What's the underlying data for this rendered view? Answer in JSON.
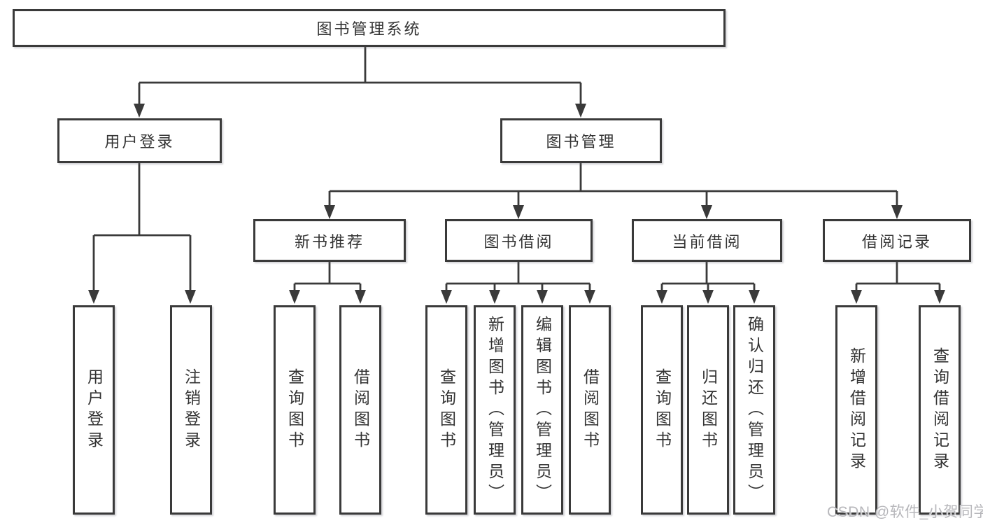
{
  "page": {
    "background": "#ffffff"
  },
  "diagram": {
    "type": "hierarchy-tree",
    "title": "图书管理系统",
    "line_color": "#3a3a3a",
    "text_color": "#333333",
    "watermark": "CSDN @软件_小贺同学",
    "watermark_color": "#b7b7bb"
  },
  "nodes": {
    "root": "图书管理系统",
    "level2": {
      "user_login": "用户登录",
      "book_management": "图书管理"
    },
    "level3": {
      "new_book_recommend": "新书推荐",
      "book_borrowing": "图书借阅",
      "current_borrowing": "当前借阅",
      "borrowing_records": "借阅记录"
    },
    "leaves": {
      "under_user_login": [
        "用户登录",
        "注销登录"
      ],
      "under_new_book_recommend": [
        "查询图书",
        "借阅图书"
      ],
      "under_book_borrowing": [
        "查询图书",
        "新增图书（管理员）",
        "编辑图书（管理员）",
        "借阅图书"
      ],
      "under_current_borrowing": [
        "查询图书",
        "归还图书",
        "确认归还（管理员）"
      ],
      "under_borrowing_records": [
        "新增借阅记录",
        "查询借阅记录"
      ]
    }
  }
}
